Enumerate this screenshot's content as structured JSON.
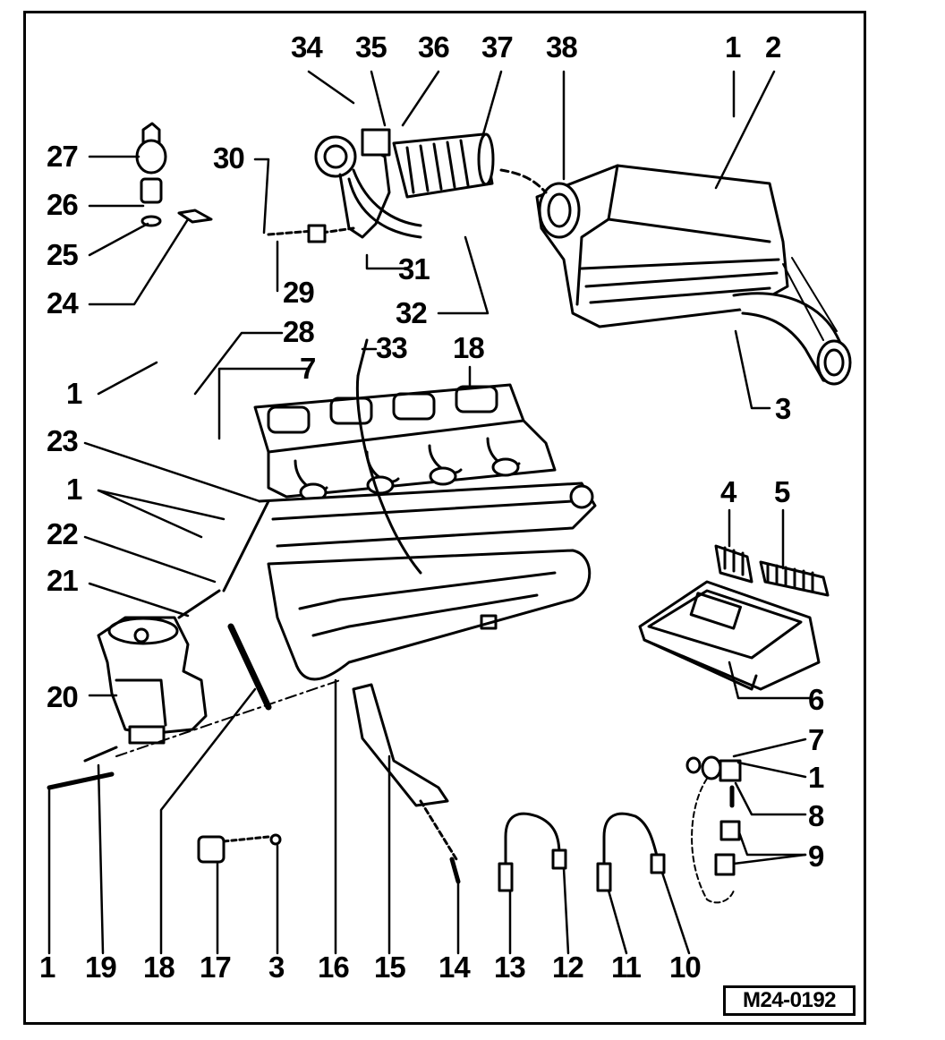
{
  "reference_code": "M24-0192",
  "callouts": {
    "c34": "34",
    "c35": "35",
    "c36": "36",
    "c37": "37",
    "c38": "38",
    "c1_top": "1",
    "c2": "2",
    "c27": "27",
    "c26": "26",
    "c25": "25",
    "c24": "24",
    "c30": "30",
    "c31": "31",
    "c29": "29",
    "c32": "32",
    "c28": "28",
    "c33": "33",
    "c18_top": "18",
    "c7_mid": "7",
    "c1_left": "1",
    "c3_right": "3",
    "c23": "23",
    "c1_mid": "1",
    "c22": "22",
    "c21": "21",
    "c4": "4",
    "c5": "5",
    "c20": "20",
    "c6": "6",
    "c7_low": "7",
    "c1_low": "1",
    "c8": "8",
    "c9": "9",
    "c1_bottom": "1",
    "c19": "19",
    "c18_bottom": "18",
    "c17": "17",
    "c3_bottom": "3",
    "c16": "16",
    "c15": "15",
    "c14": "14",
    "c13": "13",
    "c12": "12",
    "c11": "11",
    "c10": "10"
  },
  "colors": {
    "ink": "#000000",
    "paper": "#ffffff",
    "shade": "#d9d9d9"
  }
}
